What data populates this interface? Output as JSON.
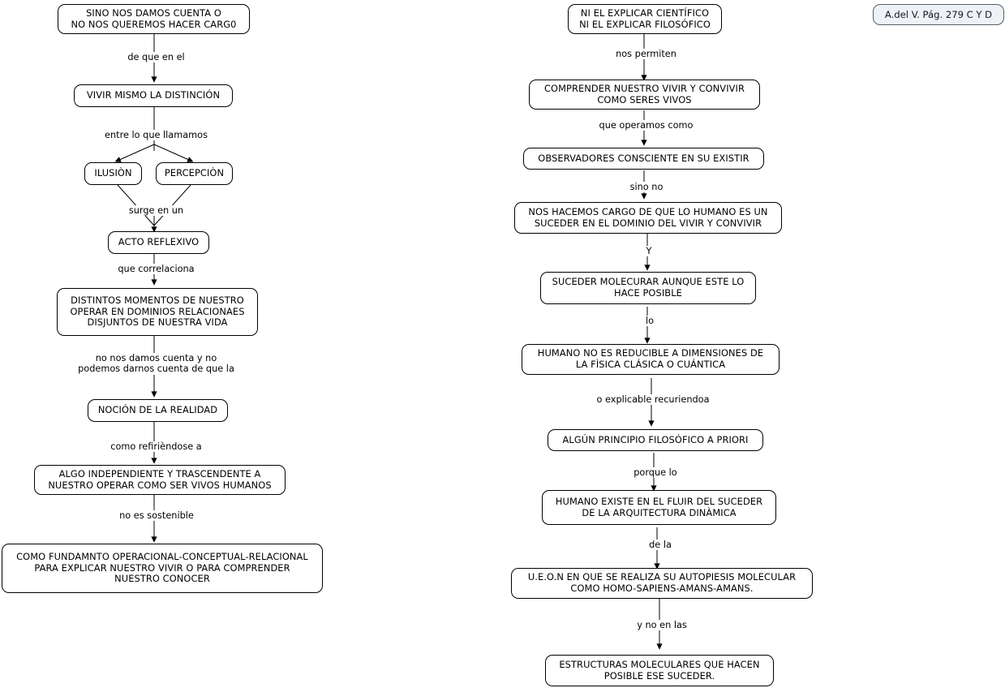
{
  "page": {
    "background": "#ffffff",
    "node_border_color": "#000000",
    "node_fill": "#ffffff",
    "badge_fill": "#eef2f6",
    "badge_border": "#555f68"
  },
  "badge": {
    "text": "A.del V. Pág. 279 C Y D"
  },
  "left_column": {
    "nodes": [
      {
        "id": "l1",
        "text": "SINO NOS DAMOS CUENTA O\nNO NOS QUEREMOS HACER CARG0"
      },
      {
        "id": "l2",
        "text": "VIVIR MISMO LA DISTINCIÓN"
      },
      {
        "id": "l3",
        "text": "ILUSIÒN"
      },
      {
        "id": "l4",
        "text": "PERCEPCIÒN"
      },
      {
        "id": "l5",
        "text": "ACTO REFLEXIVO"
      },
      {
        "id": "l6",
        "text": "DISTINTOS MOMENTOS DE NUESTRO\nOPERAR EN DOMINIOS RELACIONAES\nDISJUNTOS DE NUESTRA VIDA"
      },
      {
        "id": "l7",
        "text": "NOCIÓN DE LA REALIDAD"
      },
      {
        "id": "l8",
        "text": "ALGO INDEPENDIENTE Y TRASCENDENTE A\nNUESTRO OPERAR COMO SER VIVOS HUMANOS"
      },
      {
        "id": "l9",
        "text": "COMO FUNDAMNTO OPERACIONAL-CONCEPTUAL-RELACIONAL\nPARA EXPLICAR NUESTRO VIVIR O PARA COMPRENDER\nNUESTRO CONOCER"
      }
    ],
    "edge_labels": [
      {
        "id": "le1",
        "text": "de que en el"
      },
      {
        "id": "le2",
        "text": "entre lo que llamamos"
      },
      {
        "id": "le3",
        "text": "surge en un"
      },
      {
        "id": "le4",
        "text": "que correlaciona"
      },
      {
        "id": "le5",
        "text": "no nos damos cuenta y no\npodemos darnos cuenta de que la"
      },
      {
        "id": "le6",
        "text": "como refirièndose a"
      },
      {
        "id": "le7",
        "text": "no es sostenible"
      }
    ]
  },
  "right_column": {
    "nodes": [
      {
        "id": "r1",
        "text": "NI EL EXPLICAR CIENTÍFICO\nNI EL EXPLICAR FILOSÓFICO"
      },
      {
        "id": "r2",
        "text": "COMPRENDER NUESTRO VIVIR Y CONVIVIR\nCOMO SERES VIVOS"
      },
      {
        "id": "r3",
        "text": "OBSERVADORES CONSCIENTE EN SU EXISTIR"
      },
      {
        "id": "r4",
        "text": "NOS HACEMOS CARGO DE QUE LO HUMANO ES UN\nSUCEDER EN EL DOMINIO DEL VIVIR Y CONVIVIR"
      },
      {
        "id": "r5",
        "text": "SUCEDER MOLECURAR AUNQUE ESTE LO\nHACE POSIBLE"
      },
      {
        "id": "r6",
        "text": "HUMANO NO ES REDUCIBLE A DIMENSIONES DE\nLA FÌSICA CLÁSICA O CUÁNTICA"
      },
      {
        "id": "r7",
        "text": "ALGÚN PRINCIPIO FILOSÓFICO A PRIORI"
      },
      {
        "id": "r8",
        "text": "HUMANO EXISTE EN EL FLUIR DEL SUCEDER\nDE LA ARQUITECTURA DINÀMICA"
      },
      {
        "id": "r9",
        "text": "U.E.O.N EN QUE SE REALIZA SU AUTOPIESIS MOLECULAR\nCOMO HOMO-SAPIENS-AMANS-AMANS."
      },
      {
        "id": "r10",
        "text": "ESTRUCTURAS MOLECULARES QUE HACEN\nPOSIBLE ESE SUCEDER."
      }
    ],
    "edge_labels": [
      {
        "id": "re1",
        "text": "nos permiten"
      },
      {
        "id": "re2",
        "text": "que operamos como"
      },
      {
        "id": "re3",
        "text": "sino no"
      },
      {
        "id": "re4",
        "text": "Y"
      },
      {
        "id": "re5",
        "text": "lo"
      },
      {
        "id": "re6",
        "text": "o explicable recuriendoa"
      },
      {
        "id": "re7",
        "text": "porque lo"
      },
      {
        "id": "re8",
        "text": "de la"
      },
      {
        "id": "re9",
        "text": "y no en las"
      }
    ]
  }
}
